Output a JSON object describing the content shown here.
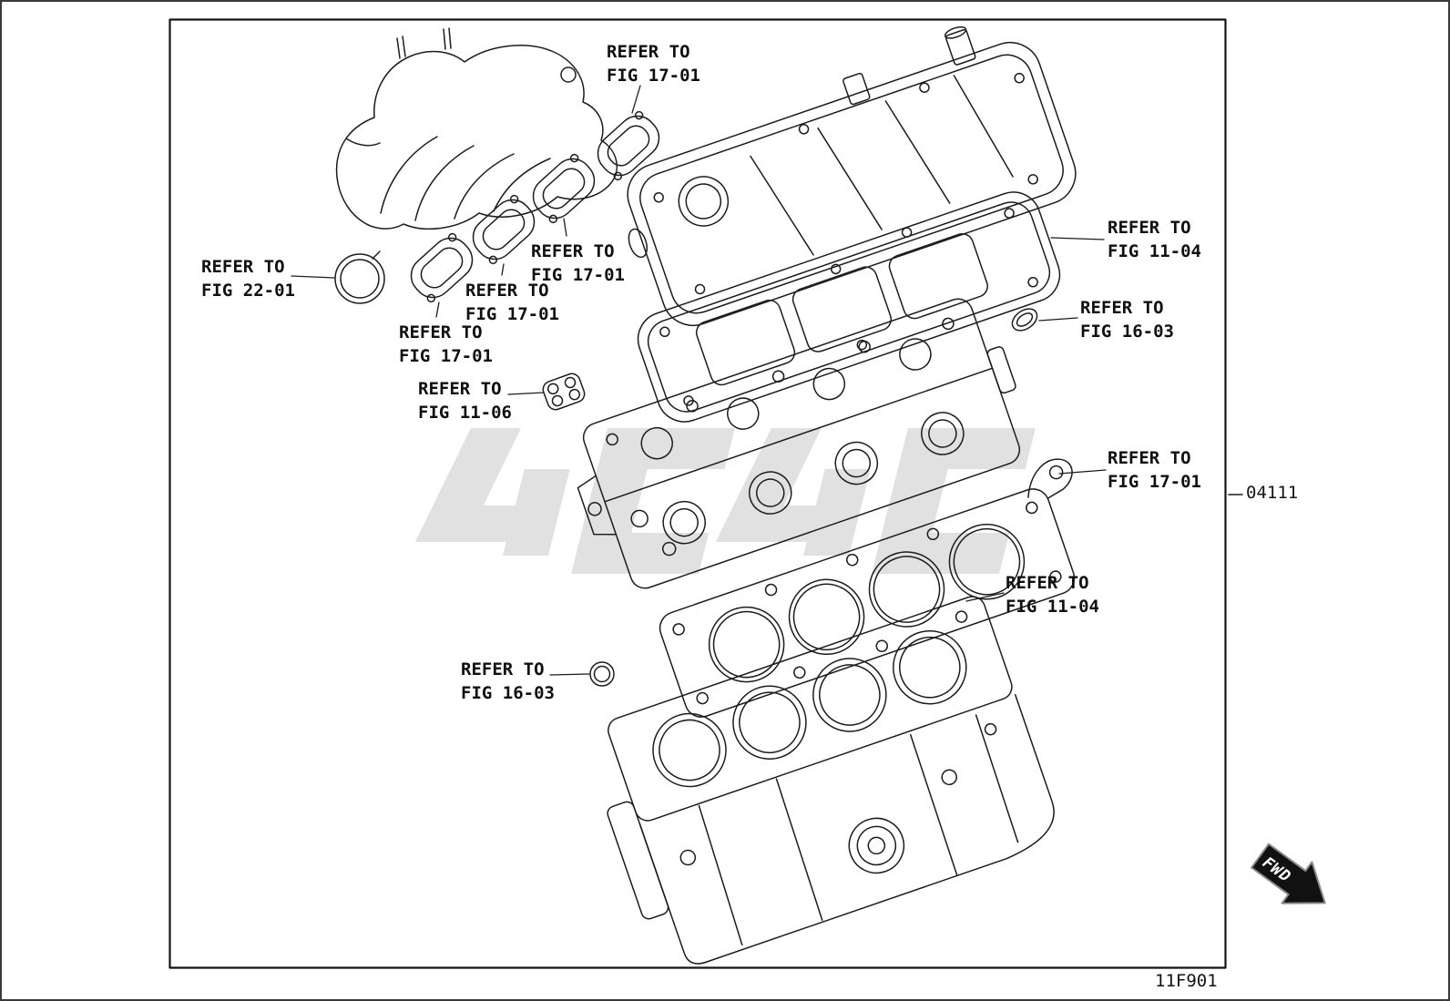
{
  "meta": {
    "part_number": "04111",
    "doc_number": "11F901",
    "fwd_label": "FWD"
  },
  "colors": {
    "line": "#1c1c1c",
    "label_text": "#101010",
    "watermark": "#c9c9c9",
    "background": "#ffffff"
  },
  "labels": [
    {
      "line1": "REFER TO",
      "line2": "FIG 17-01",
      "target": "intake-gasket-1"
    },
    {
      "line1": "REFER TO",
      "line2": "FIG 11-04",
      "target": "valve-cover-gasket"
    },
    {
      "line1": "REFER TO",
      "line2": "FIG 16-03",
      "target": "oil-seal-upper"
    },
    {
      "line1": "REFER TO",
      "line2": "FIG 22-01",
      "target": "throttle-body-gasket"
    },
    {
      "line1": "REFER TO",
      "line2": "FIG 17-01",
      "target": "intake-gasket-2"
    },
    {
      "line1": "REFER TO",
      "line2": "FIG 17-01",
      "target": "intake-gasket-3"
    },
    {
      "line1": "REFER TO",
      "line2": "FIG 17-01",
      "target": "intake-gasket-4"
    },
    {
      "line1": "REFER TO",
      "line2": "FIG 11-06",
      "target": "small-port-gasket"
    },
    {
      "line1": "REFER TO",
      "line2": "FIG 17-01",
      "target": "head-gasket-tab"
    },
    {
      "line1": "REFER TO",
      "line2": "FIG 11-04",
      "target": "cylinder-head-gasket"
    },
    {
      "line1": "REFER TO",
      "line2": "FIG 16-03",
      "target": "oil-seal-lower"
    }
  ]
}
